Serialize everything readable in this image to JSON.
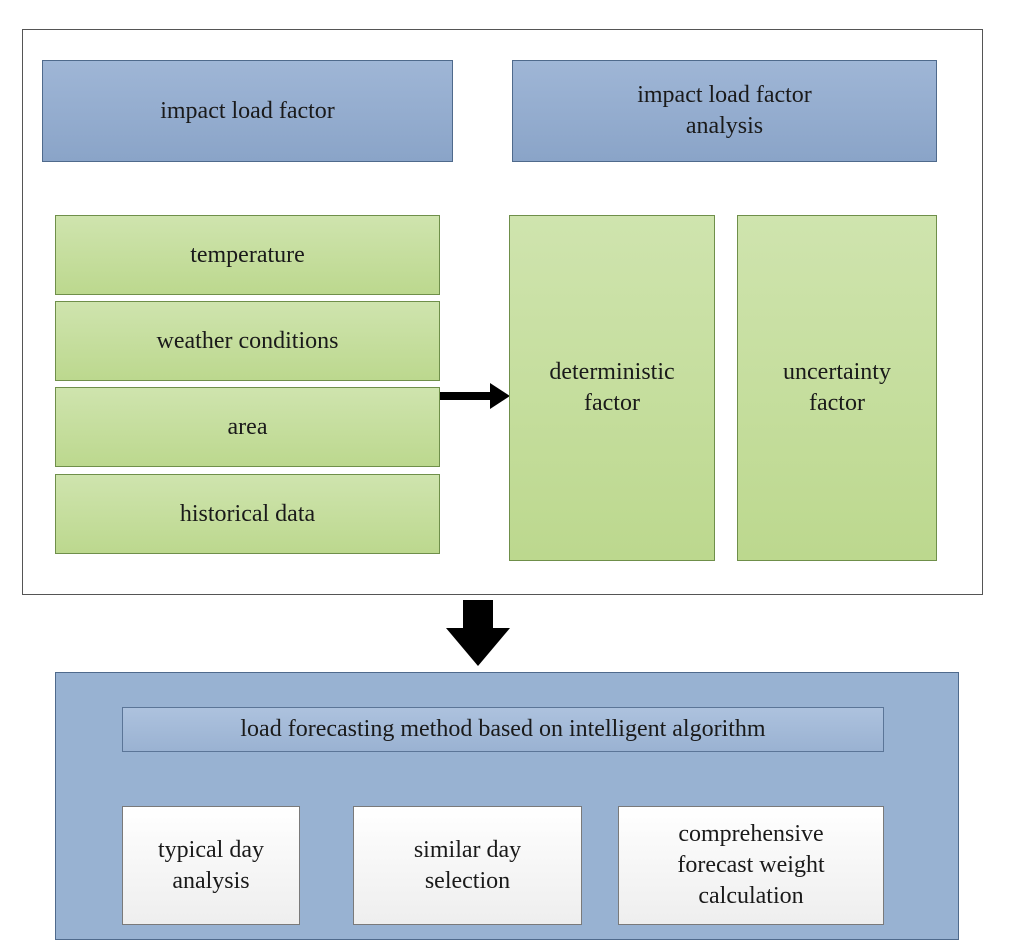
{
  "top_section": {
    "impact_load_factor": "impact load factor",
    "impact_load_factor_analysis": [
      "impact load factor",
      "analysis"
    ],
    "factors": [
      "temperature",
      "weather conditions",
      "area",
      "historical data"
    ],
    "deterministic_factor": [
      "deterministic",
      "factor"
    ],
    "uncertainty_factor": [
      "uncertainty",
      "factor"
    ]
  },
  "bottom_section": {
    "method_title": "load forecasting method based on intelligent algorithm",
    "typical_day": [
      "typical day",
      "analysis"
    ],
    "similar_day": [
      "similar day",
      "selection"
    ],
    "comprehensive": [
      "comprehensive",
      "forecast weight",
      "calculation"
    ]
  },
  "colors": {
    "blue_box": "#8aa4c8",
    "green_box": "#c3dc98",
    "bottom_panel": "#98b2d2",
    "arrow": "#000000"
  }
}
